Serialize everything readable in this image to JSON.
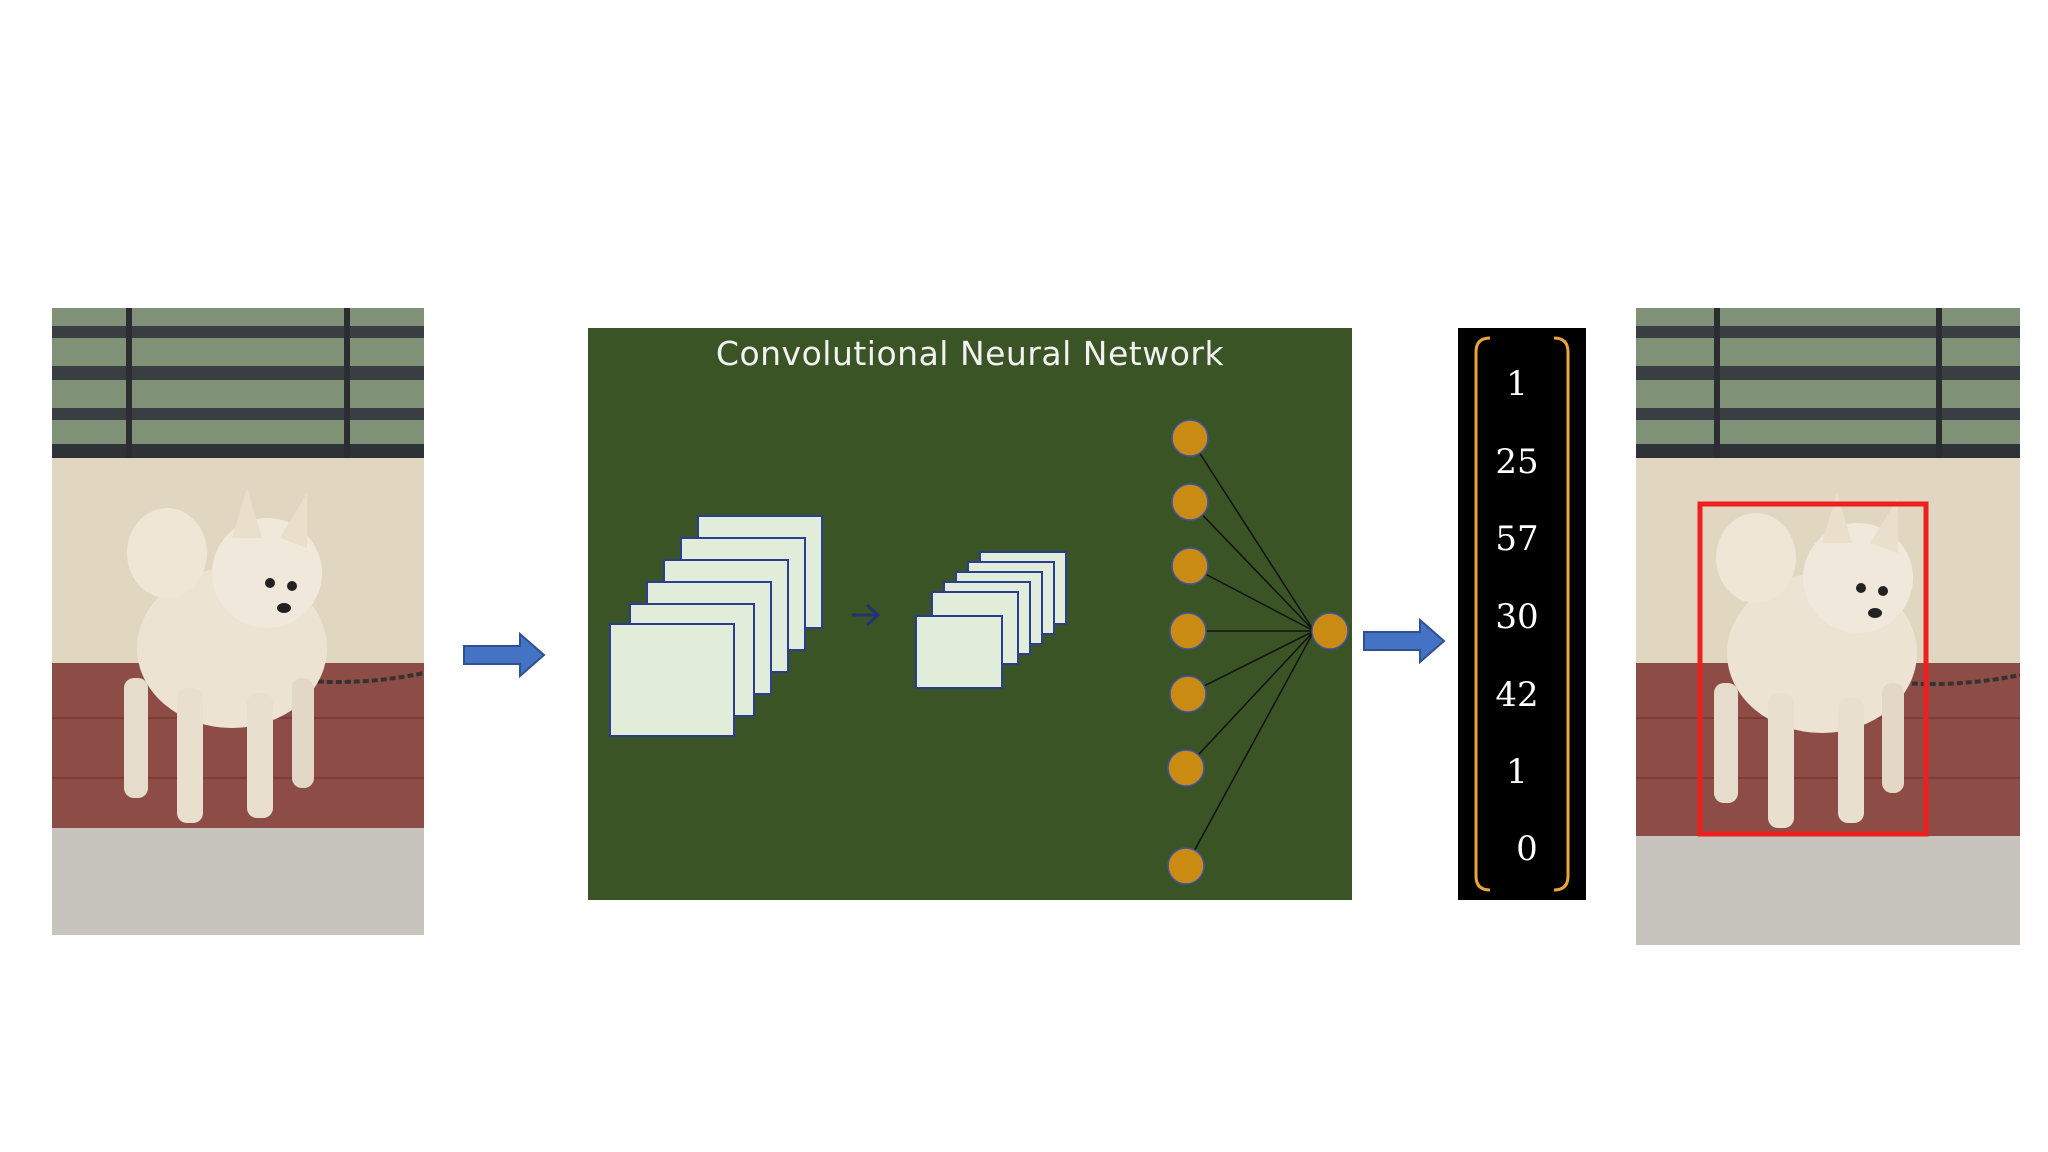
{
  "diagram": {
    "cnn_title": "Convolutional Neural Network",
    "output_vector": [
      "1",
      "25",
      "57",
      "30",
      "42",
      "1",
      "0"
    ]
  },
  "colors": {
    "panel_green": "#3b5425",
    "feature_map_fill": "#e2ecda",
    "feature_map_border": "#2a3f8f",
    "neuron_orange": "#c98b12",
    "arrow_blue": "#4472c4",
    "bracket_orange": "#e8a63a",
    "bbox_red": "#ee1f1f"
  }
}
